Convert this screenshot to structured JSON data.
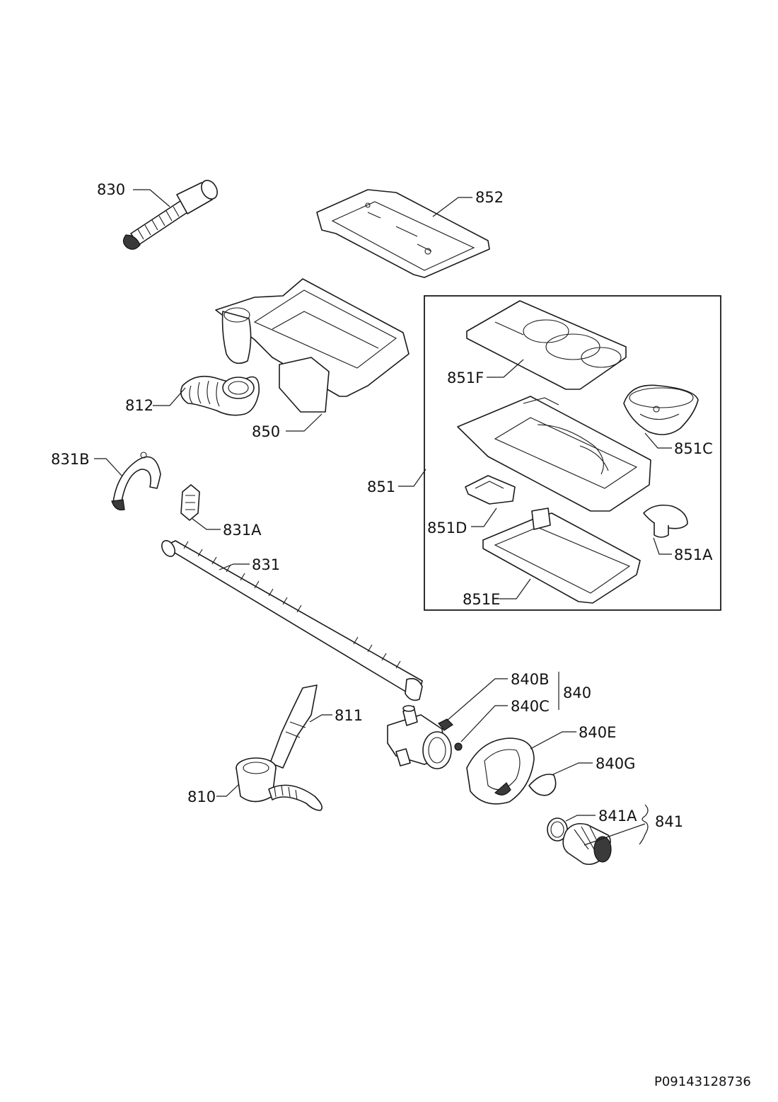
{
  "labels": {
    "p830": "830",
    "p852": "852",
    "p851F": "851F",
    "p851C": "851C",
    "p812": "812",
    "p850": "850",
    "p831B": "831B",
    "p851": "851",
    "p831A": "831A",
    "p851D": "851D",
    "p851A": "851A",
    "p831": "831",
    "p851E": "851E",
    "p840B": "840B",
    "p840": "840",
    "p840C": "840C",
    "p811": "811",
    "p840E": "840E",
    "p840G": "840G",
    "p810": "810",
    "p841A": "841A",
    "p841": "841"
  },
  "drawing_code": "P09143128736"
}
